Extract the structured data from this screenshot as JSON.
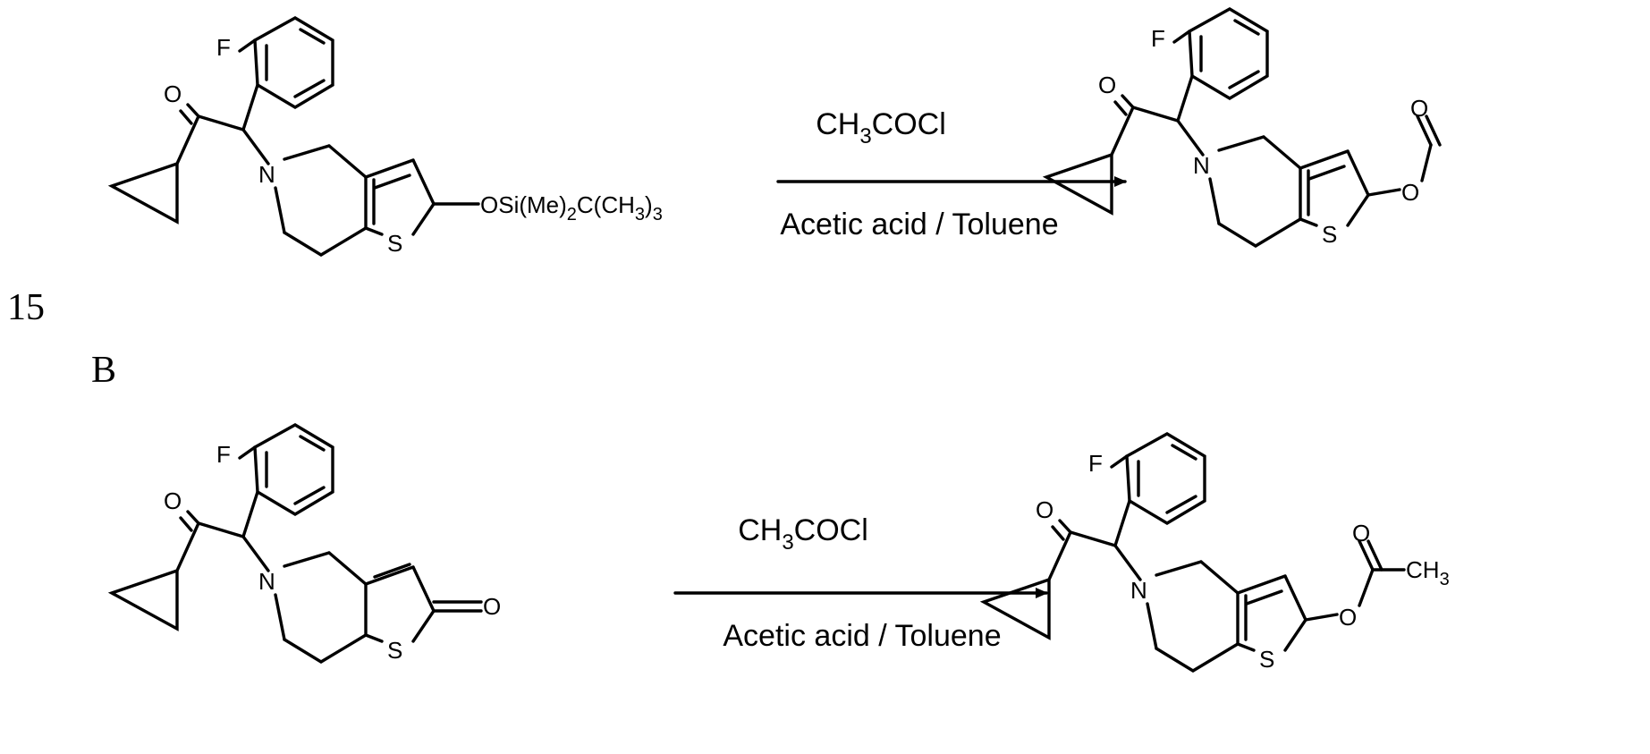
{
  "scheme": {
    "line_number": "15",
    "section_label": "B",
    "reactions": [
      {
        "reagent_above": {
          "main": "CH",
          "sub": "3",
          "rest": "COCl"
        },
        "conditions_below": "Acetic acid / Toluene",
        "starting_material": {
          "labels": {
            "fluorine": "F",
            "oxygen": "O",
            "nitrogen": "N",
            "sulfur": "S"
          },
          "substituent": {
            "p1": "OSi(Me)",
            "s1": "2",
            "p2": "C(CH",
            "s2": "3",
            "p3": ")",
            "s3": "3"
          }
        },
        "product": {
          "labels": {
            "fluorine": "F",
            "oxygen": "O",
            "nitrogen": "N",
            "sulfur": "S",
            "ester_o": "O",
            "carbonyl_o": "O"
          }
        }
      },
      {
        "reagent_above": {
          "main": "CH",
          "sub": "3",
          "rest": "COCl"
        },
        "conditions_below": "Acetic acid / Toluene",
        "starting_material": {
          "labels": {
            "fluorine": "F",
            "oxygen": "O",
            "nitrogen": "N",
            "sulfur": "S",
            "lactone_o": "O"
          }
        },
        "product": {
          "labels": {
            "fluorine": "F",
            "oxygen": "O",
            "nitrogen": "N",
            "sulfur": "S",
            "ester_o": "O",
            "carbonyl_o": "O",
            "methyl_main": "CH",
            "methyl_sub": "3"
          }
        }
      }
    ]
  }
}
